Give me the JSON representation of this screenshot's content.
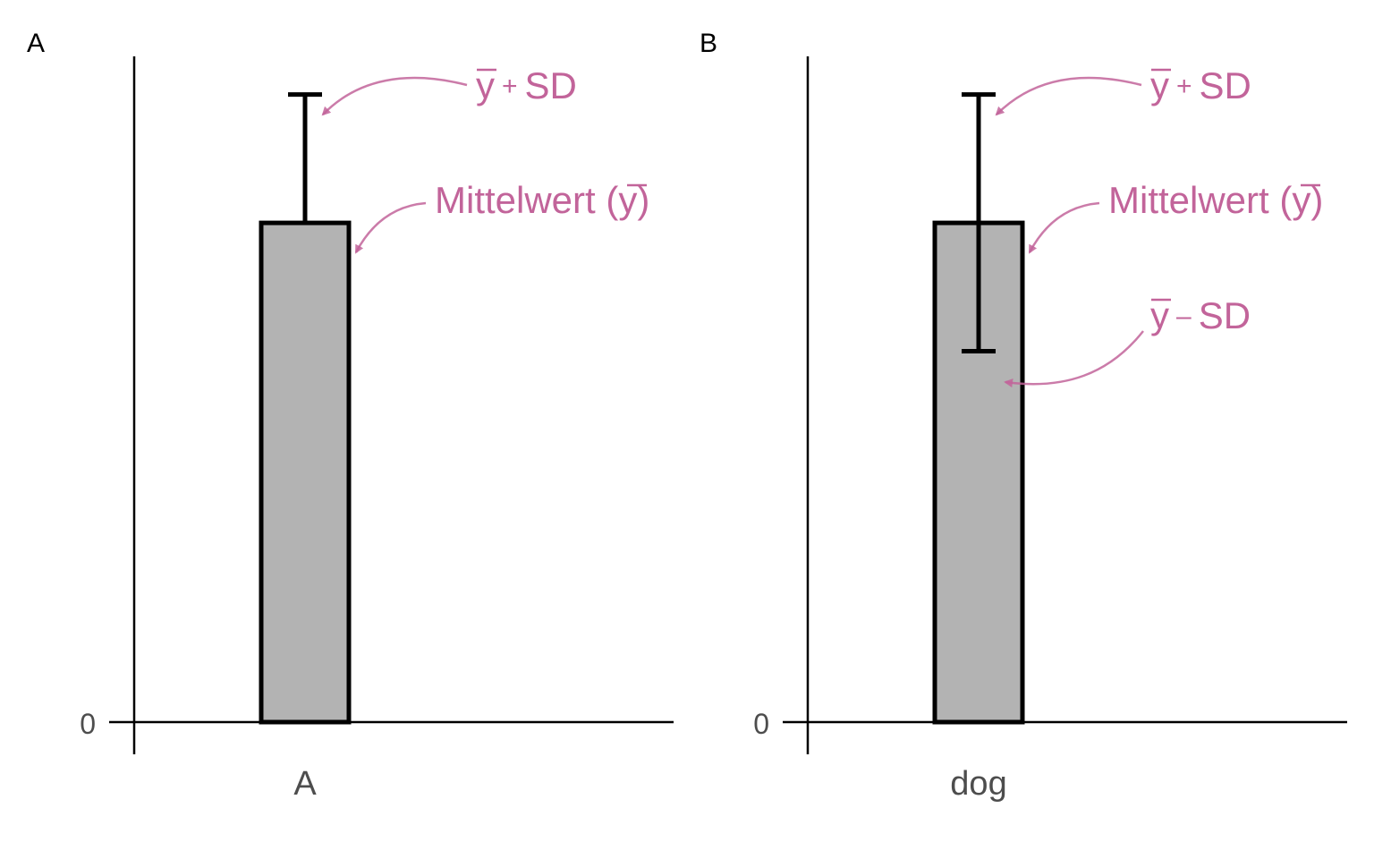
{
  "colors": {
    "bar_fill": "#b3b3b3",
    "bar_stroke": "#000000",
    "annotation": "#c2649a",
    "axis": "#000000",
    "tick_text": "#4d4d4d"
  },
  "chart_data": [
    {
      "type": "bar",
      "panel_label": "A",
      "categories": [
        "A"
      ],
      "values": [
        0.7
      ],
      "error_upper": [
        0.88
      ],
      "show_lower_error": false,
      "ylim": [
        0,
        1
      ],
      "yticks": [
        "0"
      ],
      "grid": false,
      "annotations": [
        {
          "target": "upper",
          "symbol": "y",
          "op": "+",
          "tail": "SD"
        },
        {
          "target": "mean",
          "prefix": "Mittelwert (",
          "symbol": "y",
          "suffix": ")"
        }
      ]
    },
    {
      "type": "bar",
      "panel_label": "B",
      "categories": [
        "dog"
      ],
      "values": [
        0.7
      ],
      "error_upper": [
        0.88
      ],
      "error_lower": [
        0.52
      ],
      "show_lower_error": true,
      "ylim": [
        0,
        1
      ],
      "yticks": [
        "0"
      ],
      "grid": false,
      "annotations": [
        {
          "target": "upper",
          "symbol": "y",
          "op": "+",
          "tail": "SD"
        },
        {
          "target": "mean",
          "prefix": "Mittelwert (",
          "symbol": "y",
          "suffix": ")"
        },
        {
          "target": "lower",
          "symbol": "y",
          "op": "–",
          "tail": "SD"
        }
      ]
    }
  ]
}
